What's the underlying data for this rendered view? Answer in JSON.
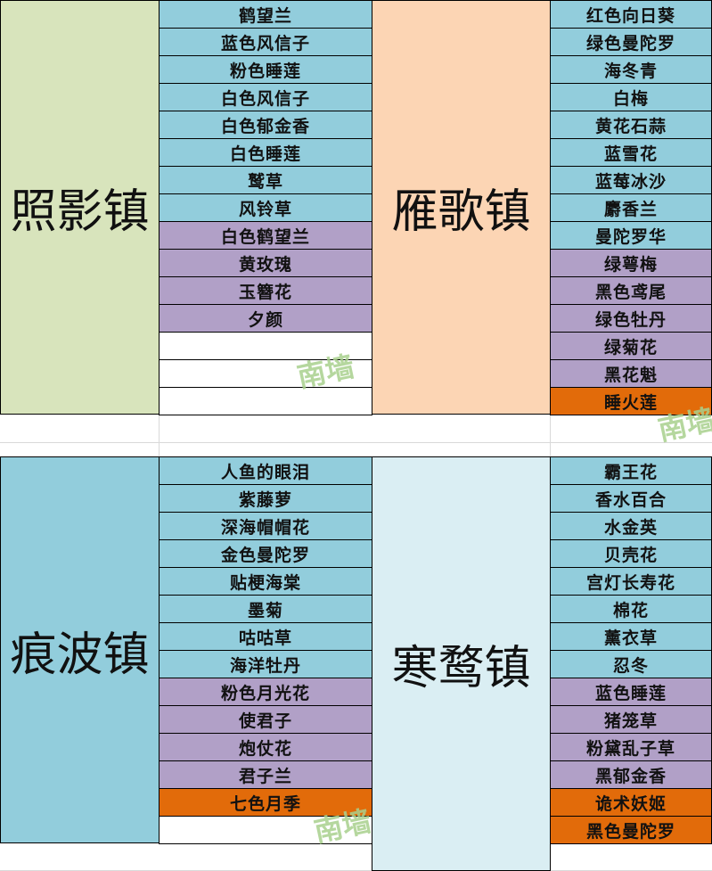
{
  "towns": [
    {
      "name": "照影镇",
      "color": "#d8e4bc",
      "items": [
        {
          "text": "鹤望兰",
          "kind": "blue"
        },
        {
          "text": "蓝色风信子",
          "kind": "blue"
        },
        {
          "text": "粉色睡莲",
          "kind": "blue"
        },
        {
          "text": "白色风信子",
          "kind": "blue"
        },
        {
          "text": "白色郁金香",
          "kind": "blue"
        },
        {
          "text": "白色睡莲",
          "kind": "blue"
        },
        {
          "text": "鹫草",
          "kind": "blue"
        },
        {
          "text": "风铃草",
          "kind": "blue"
        },
        {
          "text": "白色鹤望兰",
          "kind": "purple"
        },
        {
          "text": "黄玫瑰",
          "kind": "purple"
        },
        {
          "text": "玉簪花",
          "kind": "purple"
        },
        {
          "text": "夕颜",
          "kind": "purple"
        },
        {
          "text": "",
          "kind": "empty"
        },
        {
          "text": "",
          "kind": "empty"
        },
        {
          "text": "",
          "kind": "empty"
        }
      ]
    },
    {
      "name": "雁歌镇",
      "color": "#fcd5b4",
      "items": [
        {
          "text": "红色向日葵",
          "kind": "blue"
        },
        {
          "text": "绿色曼陀罗",
          "kind": "blue"
        },
        {
          "text": "海冬青",
          "kind": "blue"
        },
        {
          "text": "白梅",
          "kind": "blue"
        },
        {
          "text": "黄花石蒜",
          "kind": "blue"
        },
        {
          "text": "蓝雪花",
          "kind": "blue"
        },
        {
          "text": "蓝莓冰沙",
          "kind": "blue"
        },
        {
          "text": "麝香兰",
          "kind": "blue"
        },
        {
          "text": "曼陀罗华",
          "kind": "blue"
        },
        {
          "text": "绿萼梅",
          "kind": "purple"
        },
        {
          "text": "黑色鸢尾",
          "kind": "purple"
        },
        {
          "text": "绿色牡丹",
          "kind": "purple"
        },
        {
          "text": "绿菊花",
          "kind": "purple"
        },
        {
          "text": "黑花魁",
          "kind": "purple"
        },
        {
          "text": "睡火莲",
          "kind": "orange"
        }
      ]
    },
    {
      "name": "痕波镇",
      "color": "#92cddc",
      "items": [
        {
          "text": "人鱼的眼泪",
          "kind": "blue"
        },
        {
          "text": "紫藤萝",
          "kind": "blue"
        },
        {
          "text": "深海帽帽花",
          "kind": "blue"
        },
        {
          "text": "金色曼陀罗",
          "kind": "blue"
        },
        {
          "text": "贴梗海棠",
          "kind": "blue"
        },
        {
          "text": "墨菊",
          "kind": "blue"
        },
        {
          "text": "咕咕草",
          "kind": "blue"
        },
        {
          "text": "海洋牡丹",
          "kind": "blue"
        },
        {
          "text": "粉色月光花",
          "kind": "purple"
        },
        {
          "text": "使君子",
          "kind": "purple"
        },
        {
          "text": "炮仗花",
          "kind": "purple"
        },
        {
          "text": "君子兰",
          "kind": "purple"
        },
        {
          "text": "七色月季",
          "kind": "orange"
        },
        {
          "text": "",
          "kind": "empty"
        }
      ]
    },
    {
      "name": "寒鹜镇",
      "color": "#daeef3",
      "items": [
        {
          "text": "霸王花",
          "kind": "blue"
        },
        {
          "text": "香水百合",
          "kind": "blue"
        },
        {
          "text": "水金英",
          "kind": "blue"
        },
        {
          "text": "贝壳花",
          "kind": "blue"
        },
        {
          "text": "宫灯长寿花",
          "kind": "blue"
        },
        {
          "text": "棉花",
          "kind": "blue"
        },
        {
          "text": "薰衣草",
          "kind": "blue"
        },
        {
          "text": "忍冬",
          "kind": "blue"
        },
        {
          "text": "蓝色睡莲",
          "kind": "purple"
        },
        {
          "text": "猪笼草",
          "kind": "purple"
        },
        {
          "text": "粉黛乱子草",
          "kind": "purple"
        },
        {
          "text": "黑郁金香",
          "kind": "purple"
        },
        {
          "text": "诡术妖姬",
          "kind": "orange"
        },
        {
          "text": "黑色曼陀罗",
          "kind": "orange"
        }
      ]
    }
  ],
  "watermarks": [
    "南墙",
    "南墙",
    "南墙"
  ]
}
